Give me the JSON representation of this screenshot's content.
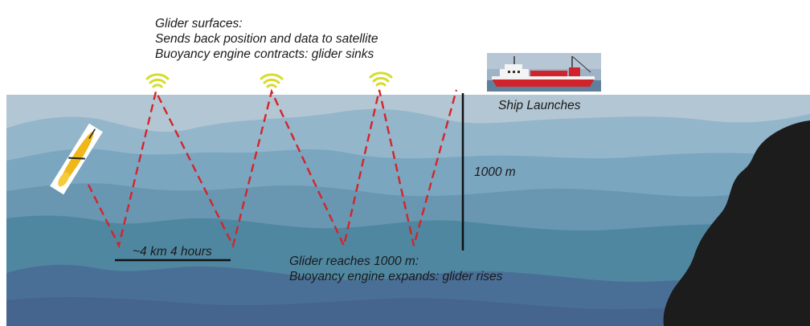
{
  "surface_caption": {
    "line1": "Glider surfaces:",
    "line2": "Sends back position and data to satellite",
    "line3": "Buoyancy engine contracts: glider sinks"
  },
  "bottom_caption": {
    "line1": "Glider reaches 1000 m:",
    "line2": "Buoyancy engine expands: glider rises"
  },
  "ship_label": "Ship Launches",
  "depth_label": "1000 m",
  "scale_label": "~4 km 4 hours",
  "colors": {
    "sky": "#ffffff",
    "water_top": "#b3c6d3",
    "water_band_2": "#8fb3c9",
    "water_band_3": "#6e9cb7",
    "water_band_4": "#4f89a3",
    "water_band_5": "#3f7a97",
    "water_deep": "#4b6a93",
    "rock": "#1c1c1c",
    "glider_path": "#d4242b",
    "signal": "#d6dc2c",
    "depth_bar": "#111111",
    "ship_hull": "#d0232b"
  },
  "icons": [
    "satellite-signal-icon",
    "ship-icon",
    "glider-icon"
  ]
}
